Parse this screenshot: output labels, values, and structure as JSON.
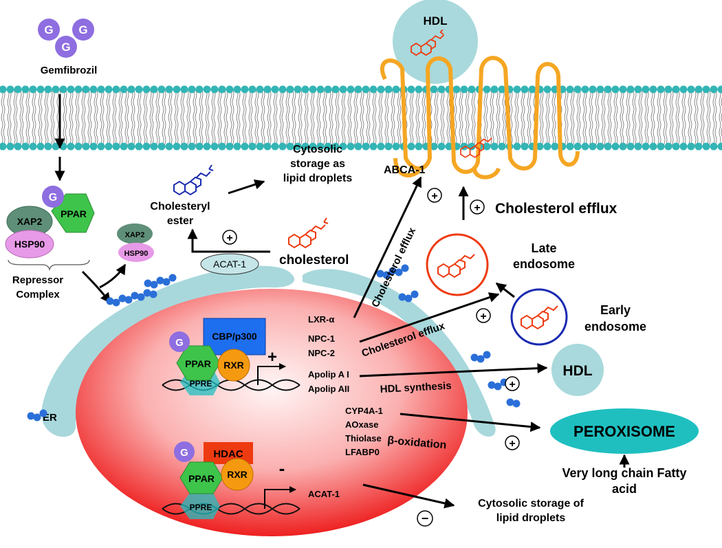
{
  "drug": {
    "name": "Gemfibrozil",
    "symbol": "G"
  },
  "membrane": {
    "transporter_label": "ABCA-1"
  },
  "hdl": {
    "top_label": "HDL",
    "right_label": "HDL"
  },
  "complex": {
    "xap2": "XAP2",
    "hsp90": "HSP90",
    "ppar": "PPAR",
    "caption": "Repressor\nComplex"
  },
  "released": {
    "xap2": "XAP2",
    "hsp90": "HSP90"
  },
  "cytosol": {
    "cholesteryl_ester": "Cholesteryl\nester",
    "storage": "Cytosolic\nstorage as\nlipid droplets",
    "acat": "ACAT-1",
    "cholesterol": "cholesterol",
    "er": "ER"
  },
  "nucleus": {
    "active": {
      "coactivator": "CBP/p300",
      "ppar": "PPAR",
      "rxr": "RXR",
      "ppre": "PPRE",
      "sign": "+"
    },
    "repressed": {
      "corepressor": "HDAC",
      "ppar": "PPAR",
      "rxr": "RXR",
      "ppre": "PPRE",
      "sign": "-"
    },
    "genes_group1": [
      "LXR-α",
      "NPC-1",
      "NPC-2"
    ],
    "genes_group2": [
      "Apolip A I",
      "Apolip AII"
    ],
    "genes_group3": [
      "CYP4A-1",
      "AOxase",
      "Thiolase",
      "LFABP0"
    ],
    "gene_repressed": "ACAT-1"
  },
  "processes": {
    "efflux_main": "Cholesterol efflux",
    "efflux_diag1": "Cholesterol efflux",
    "efflux_diag2": "Cholesterol efflux",
    "hdl_synthesis": "HDL synthesis",
    "beta_oxidation": "β-oxidation",
    "storage_bottom": "Cytosolic storage of\nlipid droplets",
    "plus": "+",
    "minus": "−"
  },
  "organelles": {
    "late_endosome": "Late\nendosome",
    "early_endosome": "Early\nendosome",
    "peroxisome": "PEROXISOME",
    "vlcfa": "Very long chain Fatty\nacid"
  },
  "colors": {
    "drug": "#8e6ee0",
    "membrane_head": "#33b5b5",
    "er": "#a8d8dc",
    "nucleus": "#f03030",
    "ppar": "#3ec44a",
    "rxr": "#f59a10",
    "coactivator": "#1e6ef0",
    "hdac": "#ee3a10",
    "transporter": "#f5a623",
    "ribosome": "#2a6fd8",
    "peroxisome": "#1fbfc0",
    "cholesterol_red": "#ee3a10",
    "cholesterol_blue": "#1a2ab0"
  }
}
